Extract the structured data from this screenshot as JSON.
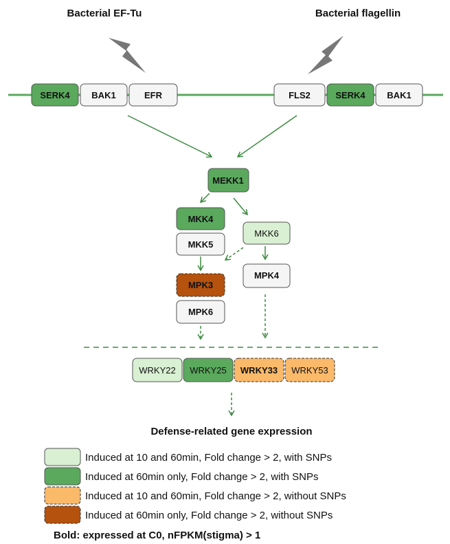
{
  "stimuli": {
    "left": "Bacterial EF-Tu",
    "right": "Bacterial flagellin"
  },
  "membrane": {
    "left_complex": [
      "SERK4",
      "BAK1",
      "EFR"
    ],
    "right_complex": [
      "FLS2",
      "SERK4",
      "BAK1"
    ]
  },
  "kinases": {
    "mekk1": "MEKK1",
    "mkk4": "MKK4",
    "mkk5": "MKK5",
    "mkk6": "MKK6",
    "mpk3": "MPK3",
    "mpk6": "MPK6",
    "mpk4": "MPK4"
  },
  "wrky": [
    "WRKY22",
    "WRKY25",
    "WRKY33",
    "WRKY53"
  ],
  "output_label": "Defense-related gene expression",
  "legend": [
    {
      "label": "Induced at 10 and 60min, Fold change > 2, with SNPs",
      "fill": "#d9f0d3",
      "stroke": "#555555",
      "dashed": false
    },
    {
      "label": "Induced at 60min only, Fold change > 2, with SNPs",
      "fill": "#5aa95d",
      "stroke": "#555555",
      "dashed": false
    },
    {
      "label": "Induced at 10 and 60min, Fold change > 2, without SNPs",
      "fill": "#fbb96a",
      "stroke": "#333333",
      "dashed": true
    },
    {
      "label": "Induced at 60min only, Fold change > 2, without SNPs",
      "fill": "#b5520d",
      "stroke": "#333333",
      "dashed": true
    }
  ],
  "footnote": "Bold: expressed at C0, nFPKM(stigma) > 1",
  "colors": {
    "membrane_line": "#5aa95d",
    "arrow": "#3c8a3f",
    "white_box": "#f5f5f5",
    "light_green": "#d9f0d3",
    "dark_green": "#5aa95d",
    "light_orange": "#fbb96a",
    "dark_orange": "#b5520d",
    "lightning": "#777777"
  },
  "icons": [
    "lightning-bolt-icon",
    "lightning-bolt-icon"
  ]
}
